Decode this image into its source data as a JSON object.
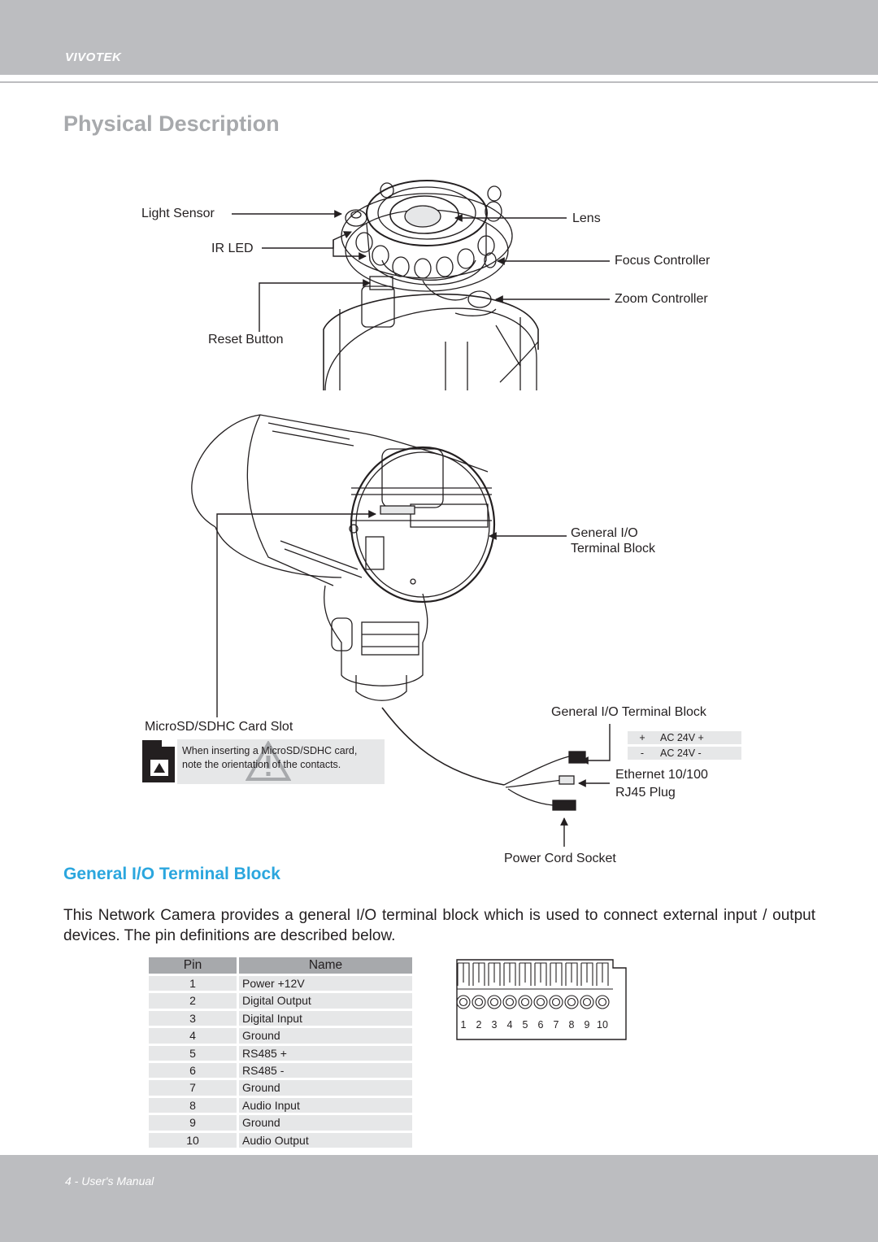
{
  "header": {
    "brand": "VIVOTEK"
  },
  "page_title": "Physical Description",
  "callouts": {
    "light_sensor": "Light Sensor",
    "ir_led": "IR LED",
    "reset_button": "Reset Button",
    "lens": "Lens",
    "focus_controller": "Focus Controller",
    "zoom_controller": "Zoom Controller",
    "general_io_line1": "General I/O",
    "general_io_line2": "Terminal Block",
    "microsd_slot": "MicroSD/SDHC Card Slot",
    "general_io_block": "General I/O Terminal Block",
    "ethernet_line1": "Ethernet 10/100",
    "ethernet_line2": "RJ45 Plug",
    "power_cord": "Power Cord Socket"
  },
  "notice": {
    "line1": "When inserting a MicroSD/SDHC card,",
    "line2": "note the orientation of the contacts."
  },
  "ac_terminal": [
    {
      "sign": "+",
      "label": "AC 24V +"
    },
    {
      "sign": "-",
      "label": "AC 24V -"
    }
  ],
  "section_heading": "General I/O Terminal Block",
  "intro": "This Network Camera provides a general I/O terminal block which is used to connect external input / output devices. The pin definitions are described below.",
  "pin_table": {
    "headers": [
      "Pin",
      "Name"
    ],
    "rows": [
      {
        "pin": "1",
        "name": "Power +12V"
      },
      {
        "pin": "2",
        "name": "Digital Output"
      },
      {
        "pin": "3",
        "name": "Digital Input"
      },
      {
        "pin": "4",
        "name": "Ground"
      },
      {
        "pin": "5",
        "name": "RS485 +"
      },
      {
        "pin": "6",
        "name": "RS485 -"
      },
      {
        "pin": "7",
        "name": "Ground"
      },
      {
        "pin": "8",
        "name": "Audio Input"
      },
      {
        "pin": "9",
        "name": "Ground"
      },
      {
        "pin": "10",
        "name": "Audio Output"
      }
    ]
  },
  "terminal_pins": [
    "1",
    "2",
    "3",
    "4",
    "5",
    "6",
    "7",
    "8",
    "9",
    "10"
  ],
  "footer": {
    "text": "4 - User's Manual"
  },
  "colors": {
    "band": "#bcbdc0",
    "title_gray": "#a7a9ac",
    "accent_blue": "#2ba6de",
    "cell_bg": "#e6e7e8"
  }
}
